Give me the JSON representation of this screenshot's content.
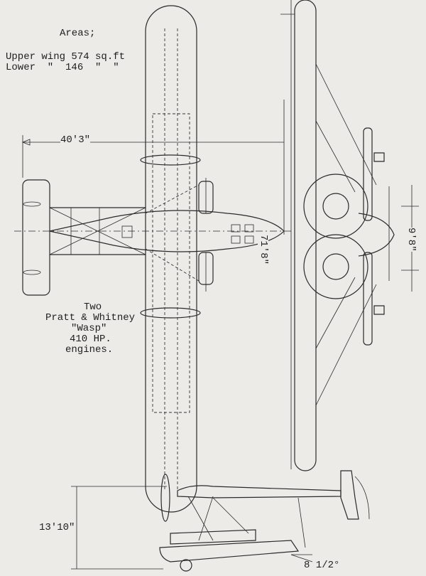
{
  "areas": {
    "title": "Areas;",
    "upper": "Upper wing 574 sq.ft",
    "lower": "Lower  \"  146  \"  \""
  },
  "dimensions": {
    "span": "40'3\"",
    "length": "71'8\"",
    "track": "9'8\"",
    "height": "13'10\"",
    "angle": "8 1/2°"
  },
  "engines": {
    "line1": "Two",
    "line2": "Pratt & Whitney",
    "line3": "\"Wasp\"",
    "line4": "410 HP.",
    "line5": "engines."
  }
}
